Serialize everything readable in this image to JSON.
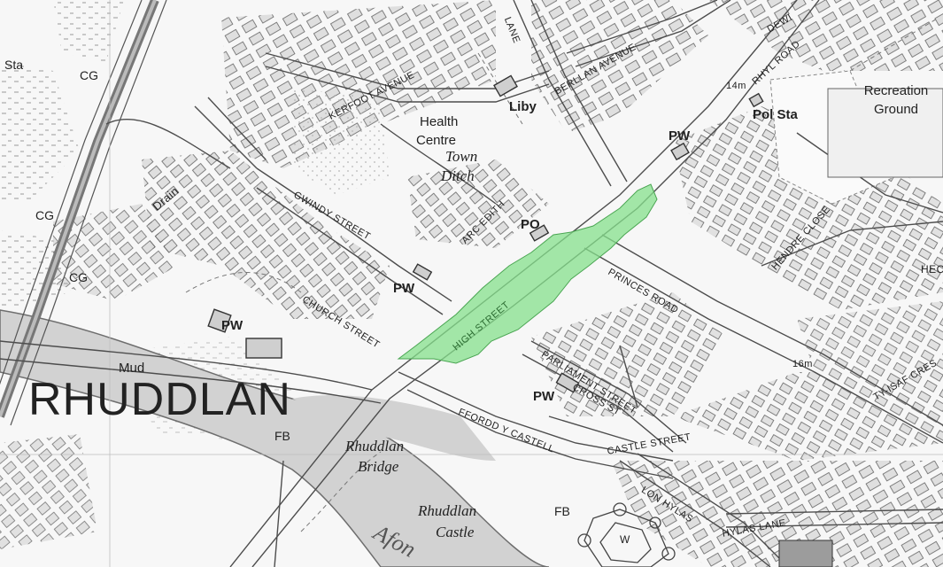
{
  "town": "RHUDDLAN",
  "colors": {
    "highlight": "#86e08c",
    "roads": "#4a4a4a",
    "river": "#cfcfcf",
    "railway": "#7d7d7d",
    "buildings": "#d9d9d9"
  },
  "labels": {
    "sta": "Sta",
    "cg_top": "CG",
    "cg_left": "CG",
    "cg_mid": "CG",
    "drain": "Drain",
    "kerfoot": "KERFOOT AVENUE",
    "lane": "LANE",
    "berllan": "BERLLAN AVENUE",
    "dewi": "DEWI",
    "rhyl_road": "RHYL ROAD",
    "recreation": "Recreation",
    "ground": "Ground",
    "health": "Health",
    "centre": "Centre",
    "liby": "Liby",
    "town_ditch_1": "Town",
    "town_ditch_2": "Ditch",
    "pw_top": "PW",
    "pol_sta": "Pol Sta",
    "height_14m": "14m",
    "gwindy": "GWINDY STREET",
    "arc_edith": "ARC EDITH",
    "po": "PO",
    "hendre": "HENDRE CLOSE",
    "hec": "HEC",
    "pw_mid": "PW",
    "church_street": "CHURCH STREET",
    "high_street": "HIGH STREET",
    "princes_road": "PRINCES ROAD",
    "pw_left": "PW",
    "mud": "Mud",
    "parliament": "PARLIAMENT STREET",
    "height_16m": "16m",
    "tyisaf": "TY-ISAF CRES",
    "pw_bottom": "PW",
    "cross_st": "CROSS ST",
    "fb_left": "FB",
    "ffordd": "FFORDD Y CASTELL",
    "castle_street": "CASTLE STREET",
    "bridge_1": "Rhuddlan",
    "bridge_2": "Bridge",
    "castle_1": "Rhuddlan",
    "castle_2": "Castle",
    "fb_right": "FB",
    "lon_hylas": "LON HYLAS",
    "hylas_lane": "HYLAS LANE",
    "afon": "Afon",
    "w_mark": "W"
  }
}
